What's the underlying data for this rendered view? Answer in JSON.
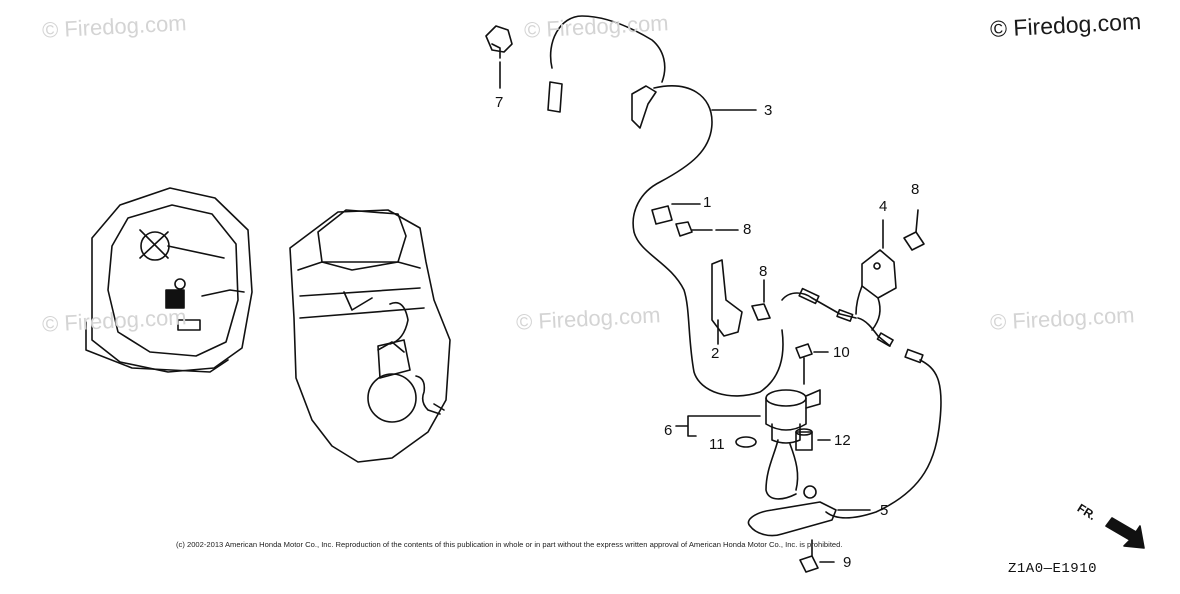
{
  "watermarks": {
    "main": "© Firedog.com",
    "faint": "© Firedog.com"
  },
  "callouts": [
    {
      "id": "7",
      "label": "7"
    },
    {
      "id": "3",
      "label": "3"
    },
    {
      "id": "1",
      "label": "1"
    },
    {
      "id": "8a",
      "label": "8"
    },
    {
      "id": "8b",
      "label": "8"
    },
    {
      "id": "8c",
      "label": "8"
    },
    {
      "id": "4",
      "label": "4"
    },
    {
      "id": "2",
      "label": "2"
    },
    {
      "id": "10",
      "label": "10"
    },
    {
      "id": "6",
      "label": "6"
    },
    {
      "id": "11",
      "label": "11"
    },
    {
      "id": "12",
      "label": "12"
    },
    {
      "id": "5",
      "label": "5"
    },
    {
      "id": "9",
      "label": "9"
    }
  ],
  "copyright": "(c) 2002-2013 American Honda Motor Co., Inc. Reproduction of the contents of this publication in whole or in part without the express written approval of American Honda Motor Co., Inc. is prohibited.",
  "direction_label": "FR.",
  "diagram_code": "Z1A0—E1910",
  "colors": {
    "line": "#111111",
    "watermark": "#d4d4d4"
  }
}
